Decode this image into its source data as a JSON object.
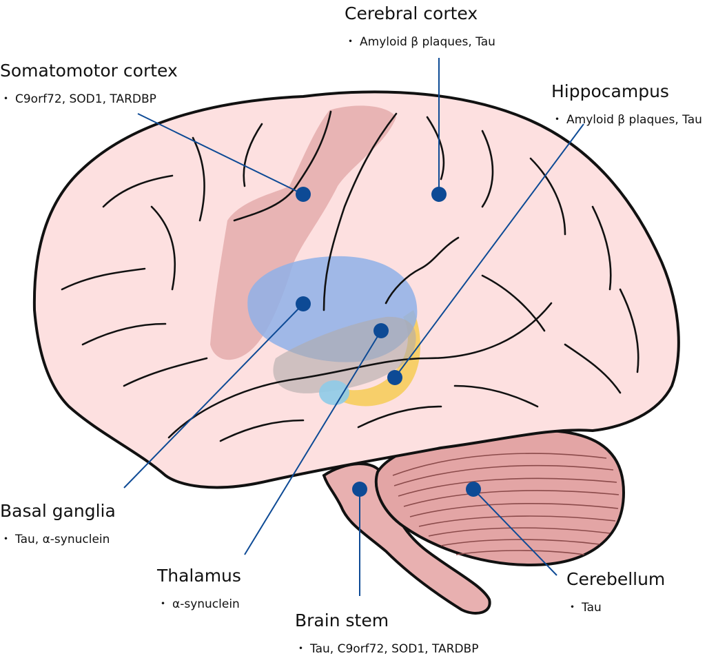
{
  "labels": {
    "cerebral_cortex": {
      "title": "Cerebral cortex",
      "markers": "Amyloid β plaques, Tau"
    },
    "somatomotor_cortex": {
      "title": "Somatomotor cortex",
      "markers": "C9orf72, SOD1, TARDBP"
    },
    "hippocampus": {
      "title": "Hippocampus",
      "markers": "Amyloid β plaques, Tau"
    },
    "basal_ganglia": {
      "title": "Basal ganglia",
      "markers": "Tau, α-synuclein"
    },
    "thalamus": {
      "title": "Thalamus",
      "markers": "α-synuclein"
    },
    "brain_stem": {
      "title": "Brain stem",
      "markers": "Tau, C9orf72, SOD1, TARDBP"
    },
    "cerebellum": {
      "title": "Cerebellum",
      "markers": "Tau"
    }
  },
  "bullet": "・",
  "colors": {
    "brain_fill": "#fde0e0",
    "motor_strip": "#e8b4b4",
    "basal_ganglia": "#8fb0e8",
    "thalamus": "#b0aaaa",
    "hippocampus": "#f7cf6a",
    "cerebellum": "#e4a7a7",
    "marker": "#0d4a95",
    "outline": "#111111"
  }
}
